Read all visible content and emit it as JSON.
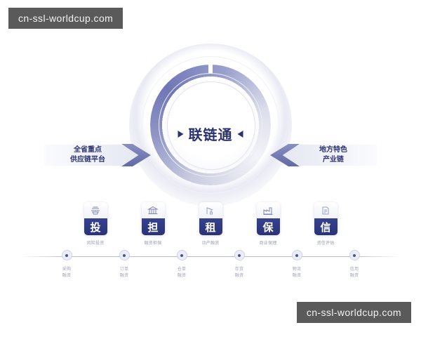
{
  "watermarks": {
    "top_left": "cn-ssl-worldcup.com",
    "bottom_right": "cn-ssl-worldcup.com"
  },
  "hero": {
    "center_title": "联链通",
    "left_banner": {
      "line1": "全省重点",
      "line2": "供应链平台"
    },
    "right_banner": {
      "line1": "地方特色",
      "line2": "产业链"
    }
  },
  "cards": [
    {
      "glyph": "投",
      "caption": "风险投资",
      "icon": "handshake-icon"
    },
    {
      "glyph": "担",
      "caption": "融资担保",
      "icon": "bank-icon"
    },
    {
      "glyph": "租",
      "caption": "动产融资",
      "icon": "crane-icon"
    },
    {
      "glyph": "保",
      "caption": "商业保理",
      "icon": "factory-icon"
    },
    {
      "glyph": "信",
      "caption": "资信评估",
      "icon": "document-icon"
    }
  ],
  "timeline": [
    {
      "line1": "采购",
      "line2": "融资"
    },
    {
      "line1": "订单",
      "line2": "融资"
    },
    {
      "line1": "仓单",
      "line2": "融资"
    },
    {
      "line1": "存货",
      "line2": "融资"
    },
    {
      "line1": "物流",
      "line2": "融资"
    },
    {
      "line1": "信用",
      "line2": "融资"
    }
  ],
  "colors": {
    "navy": "#2b3270",
    "card_blue": "#36428f",
    "ring_periwinkle": "#8f94c6",
    "watermark_bg": "#5a5a5a",
    "muted_text": "#9fa2b8"
  }
}
